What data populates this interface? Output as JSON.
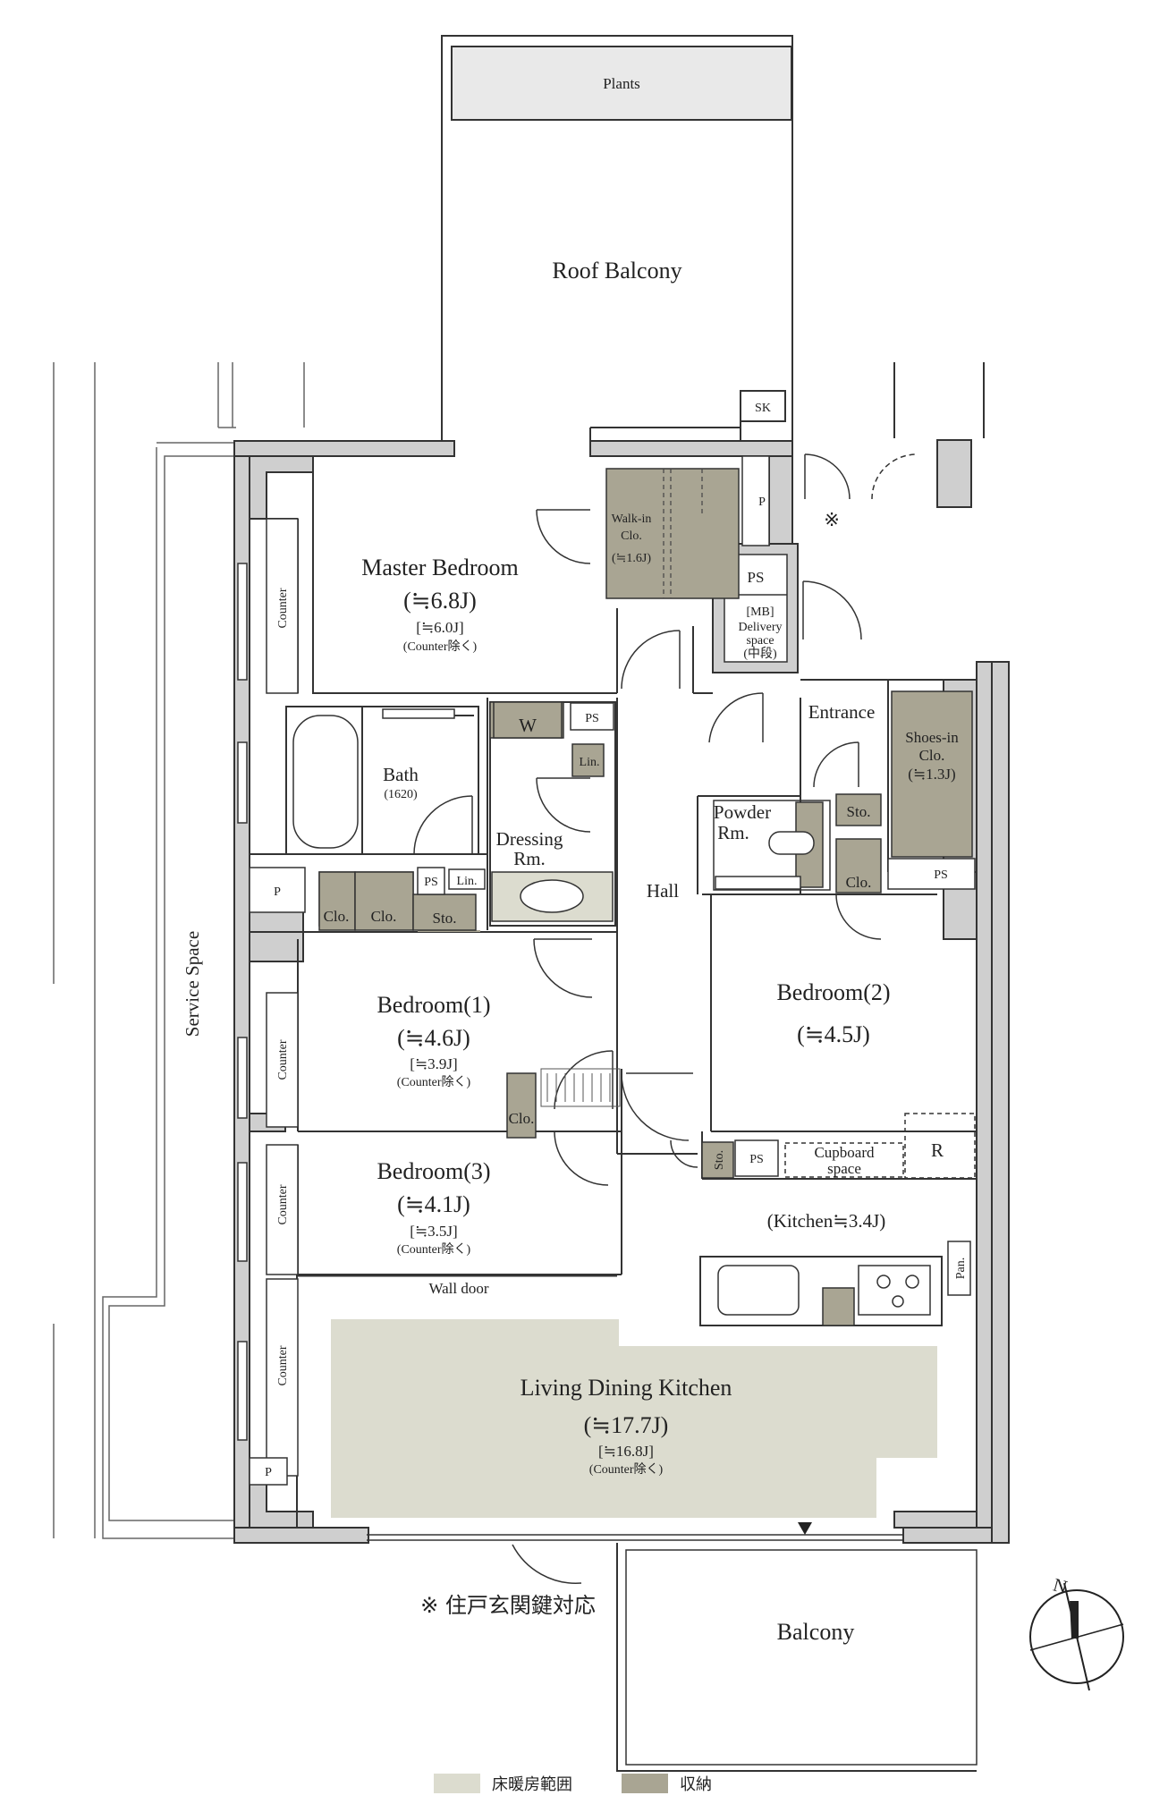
{
  "rooms": {
    "plants": "Plants",
    "roof_balcony": "Roof Balcony",
    "sk": "SK",
    "p_top": "P",
    "note_mark": "※",
    "walkin": {
      "l1": "Walk-in",
      "l2": "Clo.",
      "l3": "(≒1.6J)"
    },
    "ps_top": "PS",
    "mb": {
      "l1": "[MB]",
      "l2": "Delivery",
      "l3": "space",
      "l4": "(中段)"
    },
    "master": {
      "name": "Master Bedroom",
      "area": "(≒6.8J)",
      "net": "[≒6.0J]",
      "note": "(Counter除く)"
    },
    "counter": "Counter",
    "bath": {
      "name": "Bath",
      "size": "(1620)"
    },
    "w": "W",
    "ps_dress": "PS",
    "lin": "Lin.",
    "dressing": {
      "l1": "Dressing",
      "l2": "Rm."
    },
    "entrance": "Entrance",
    "shoes": {
      "l1": "Shoes-in",
      "l2": "Clo.",
      "l3": "(≒1.3J)"
    },
    "powder": {
      "l1": "Powder",
      "l2": "Rm."
    },
    "sto": "Sto.",
    "clo": "Clo.",
    "ps": "PS",
    "p": "P",
    "hall": "Hall",
    "service_space": "Service Space",
    "bedroom1": {
      "name": "Bedroom(1)",
      "area": "(≒4.6J)",
      "net": "[≒3.9J]",
      "note": "(Counter除く)"
    },
    "bedroom2": {
      "name": "Bedroom(2)",
      "area": "(≒4.5J)"
    },
    "bedroom3": {
      "name": "Bedroom(3)",
      "area": "(≒4.1J)",
      "net": "[≒3.5J]",
      "note": "(Counter除く)"
    },
    "cupboard": {
      "l1": "Cupboard",
      "l2": "space"
    },
    "r": "R",
    "kitchen": "(Kitchen≒3.4J)",
    "pan": "Pan.",
    "wall_door": "Wall door",
    "ldk": {
      "name": "Living Dining Kitchen",
      "area": "(≒17.7J)",
      "net": "[≒16.8J]",
      "note": "(Counter除く)"
    },
    "balcony": "Balcony"
  },
  "footnote": "※ 住戸玄関鍵対応",
  "north": "N",
  "legend": [
    {
      "label": "床暖房範囲",
      "color": "#dcdccf"
    },
    {
      "label": "収納",
      "color": "#a9a593"
    }
  ],
  "colors": {
    "wall": "#cfcfcf",
    "floor_heat": "#dcdccf",
    "storage": "#a9a593",
    "line": "#333333"
  }
}
